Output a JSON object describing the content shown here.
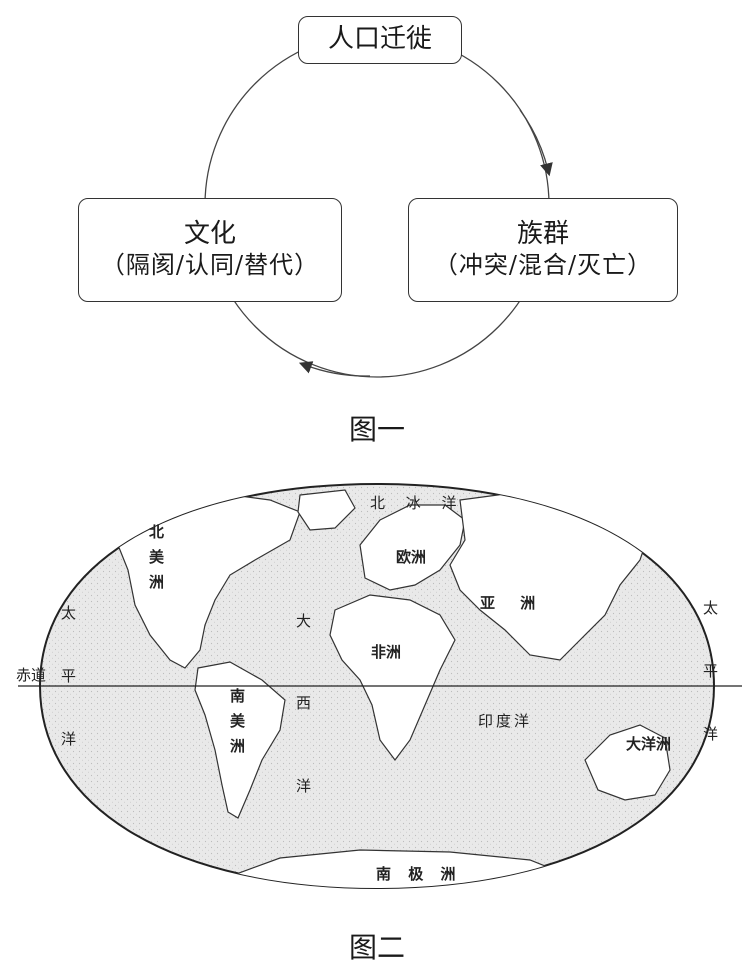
{
  "figure1": {
    "nodes": {
      "migration": "人口迁徙",
      "culture_title": "文化",
      "culture_sub": "（隔阂/认同/替代）",
      "ethnic_title": "族群",
      "ethnic_sub": "（冲突/混合/灭亡）"
    },
    "caption": "图一"
  },
  "figure2": {
    "equator_label": "赤道",
    "continents": {
      "north_america": "北美洲",
      "south_america": "南美洲",
      "europe": "欧洲",
      "asia": "亚 洲",
      "africa": "非洲",
      "oceania": "大洋洲",
      "antarctica": "南 极 洲"
    },
    "oceans": {
      "arctic": "北 冰 洋",
      "atlantic_1": "大",
      "atlantic_2": "西",
      "atlantic_3": "洋",
      "indian": "印度洋",
      "pacific_left": "太平洋",
      "pacific_right": "太平洋"
    },
    "caption": "图二"
  }
}
